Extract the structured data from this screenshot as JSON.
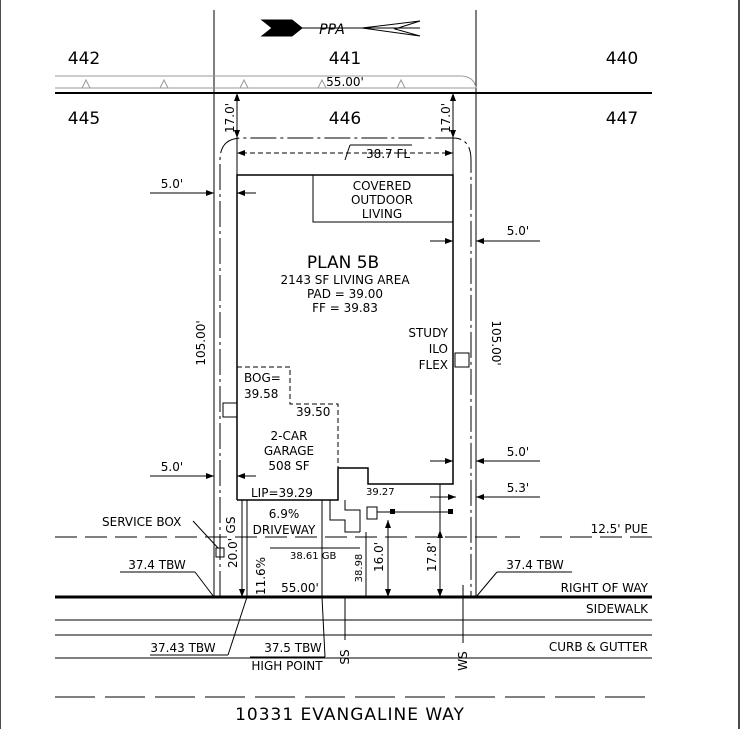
{
  "north_arrow": {
    "label": "PPA"
  },
  "lots": {
    "top_left": "442",
    "top_center": "441",
    "top_right": "440",
    "left": "445",
    "center": "446",
    "right": "447"
  },
  "dims": {
    "rear_width": "55.00'",
    "rear_setback_left": "17.0'",
    "rear_setback_right": "17.0'",
    "front_lot": "38.7 FL",
    "side_setback_left_top": "5.0'",
    "side_setback_right_top": "5.0'",
    "lot_depth_left": "105.00'",
    "lot_depth_right": "105.00'",
    "side_setback_left_bottom": "5.0'",
    "side_setback_right_bottom": "5.0'",
    "side_setback_right_bottom2": "5.3'",
    "driveway_grade": "6.9%",
    "front_width": "55.00'",
    "gb": "38.61 GB",
    "front_setback_left": "20.0'",
    "slope_left": "11.6%",
    "elev_3898": "38.98",
    "front_setback_garage": "16.0'",
    "front_setback_house": "17.8'",
    "pad_3927": "39.27"
  },
  "house": {
    "covered_line1": "COVERED",
    "covered_line2": "OUTDOOR",
    "covered_line3": "LIVING",
    "plan_name": "PLAN 5B",
    "living_area": "2143 SF LIVING AREA",
    "pad": "PAD = 39.00",
    "ff": "FF = 39.83",
    "study1": "STUDY",
    "study2": "ILO",
    "study3": "FLEX",
    "bog1": "BOG=",
    "bog2": "39.58",
    "elev_3950": "39.50",
    "garage1": "2-CAR",
    "garage2": "GARAGE",
    "garage3": "508 SF",
    "lip": "LIP=39.29",
    "driveway": "DRIVEWAY"
  },
  "labels": {
    "service_box": "SERVICE BOX",
    "gs": "GS",
    "pue": "12.5' PUE",
    "tbw_left": "37.4 TBW",
    "tbw_right": "37.4 TBW",
    "right_of_way": "RIGHT OF WAY",
    "sidewalk": "SIDEWALK",
    "curb_gutter": "CURB & GUTTER",
    "tbw_3743": "37.43 TBW",
    "tbw_375": "37.5 TBW",
    "high_point": "HIGH POINT",
    "ss": "SS",
    "ws": "WS",
    "street": "10331 EVANGALINE WAY"
  }
}
